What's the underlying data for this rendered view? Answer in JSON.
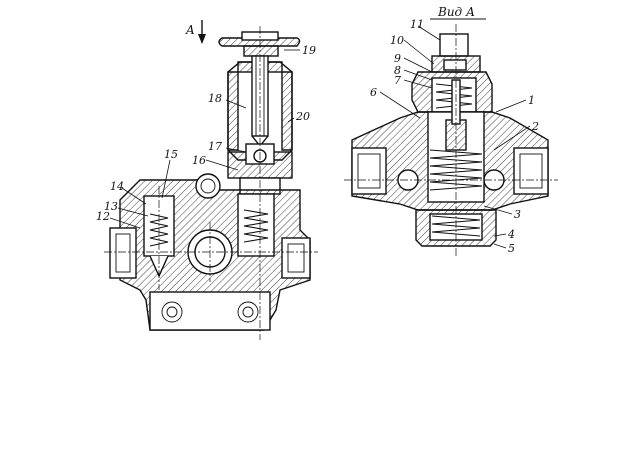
{
  "view": {
    "arrow_letter": "A",
    "view_title": "Вид А"
  },
  "callouts": {
    "c1": "1",
    "c2": "2",
    "c3": "3",
    "c4": "4",
    "c5": "5",
    "c6": "6",
    "c7": "7",
    "c8": "8",
    "c9": "9",
    "c10": "10",
    "c11": "11",
    "c12": "12",
    "c13": "13",
    "c14": "14",
    "c15": "15",
    "c16": "16",
    "c17": "17",
    "c18": "18",
    "c19": "19",
    "c20": "20"
  }
}
